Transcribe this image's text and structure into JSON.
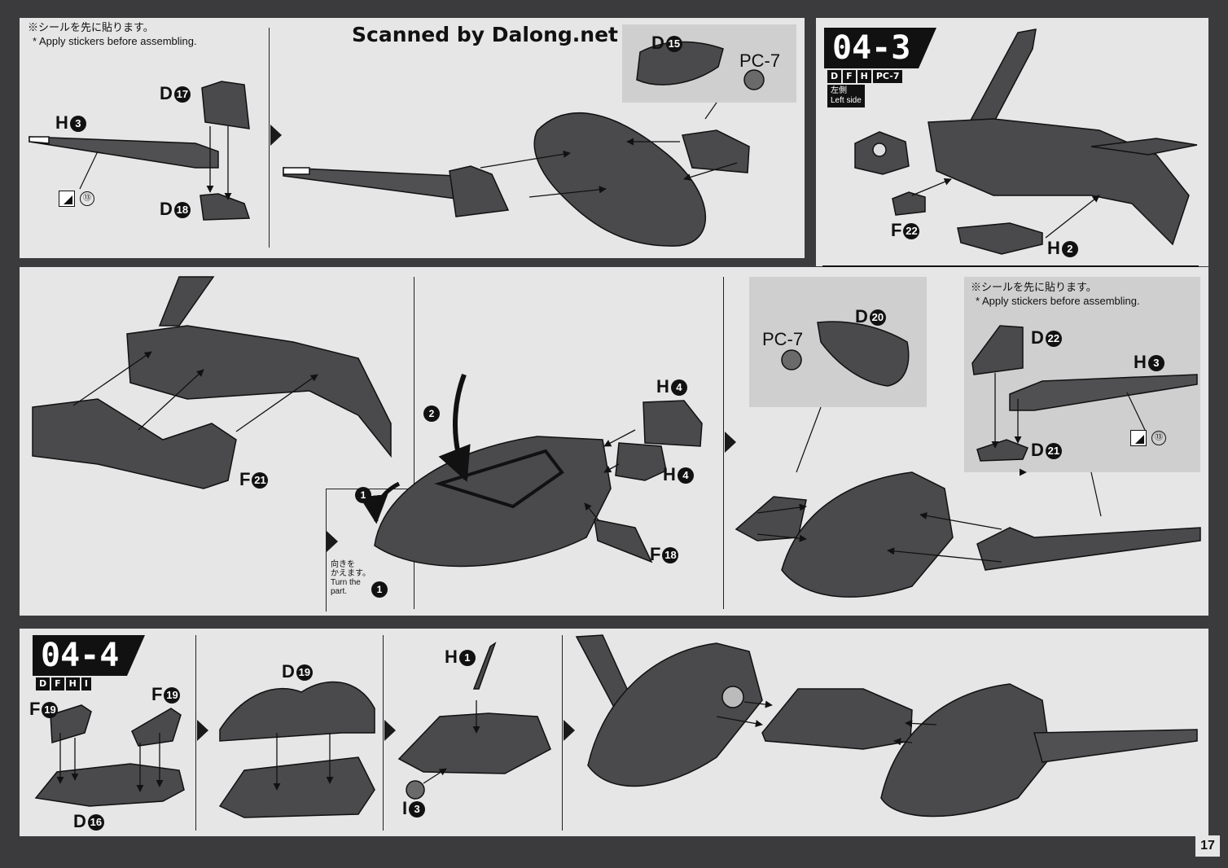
{
  "watermark": "Scanned by Dalong.net",
  "page_number": "17",
  "sticker_note": {
    "jp": "※シールを先に貼ります。",
    "en": "* Apply stickers before assembling."
  },
  "sticker_number": "⑬",
  "steps": {
    "s043": {
      "title": "04-3",
      "parts": [
        "D",
        "F",
        "H",
        "PC-7"
      ],
      "side_jp": "左側",
      "side_en": "Left side"
    },
    "s044": {
      "title": "04-4",
      "parts": [
        "D",
        "F",
        "H",
        "I"
      ]
    }
  },
  "labels": {
    "d17": {
      "letter": "D",
      "num": "17"
    },
    "h3": {
      "letter": "H",
      "num": "3"
    },
    "d18": {
      "letter": "D",
      "num": "18"
    },
    "d15": {
      "letter": "D",
      "num": "15"
    },
    "pc7": "PC-7",
    "f22": {
      "letter": "F",
      "num": "22"
    },
    "h2": {
      "letter": "H",
      "num": "2"
    },
    "f21": {
      "letter": "F",
      "num": "21"
    },
    "h4a": {
      "letter": "H",
      "num": "4"
    },
    "h4b": {
      "letter": "H",
      "num": "4"
    },
    "f18": {
      "letter": "F",
      "num": "18"
    },
    "d20": {
      "letter": "D",
      "num": "20"
    },
    "d22": {
      "letter": "D",
      "num": "22"
    },
    "h3b": {
      "letter": "H",
      "num": "3"
    },
    "d21": {
      "letter": "D",
      "num": "21"
    },
    "f19a": {
      "letter": "F",
      "num": "19"
    },
    "f19b": {
      "letter": "F",
      "num": "19"
    },
    "d16": {
      "letter": "D",
      "num": "16"
    },
    "d19": {
      "letter": "D",
      "num": "19"
    },
    "h1": {
      "letter": "H",
      "num": "1"
    },
    "i3": {
      "letter": "I",
      "num": "3"
    }
  },
  "turn_note": {
    "jp1": "向きを",
    "jp2": "かえます。",
    "en1": "Turn the",
    "en2": "part."
  },
  "seq": [
    "1",
    "2",
    "1"
  ]
}
